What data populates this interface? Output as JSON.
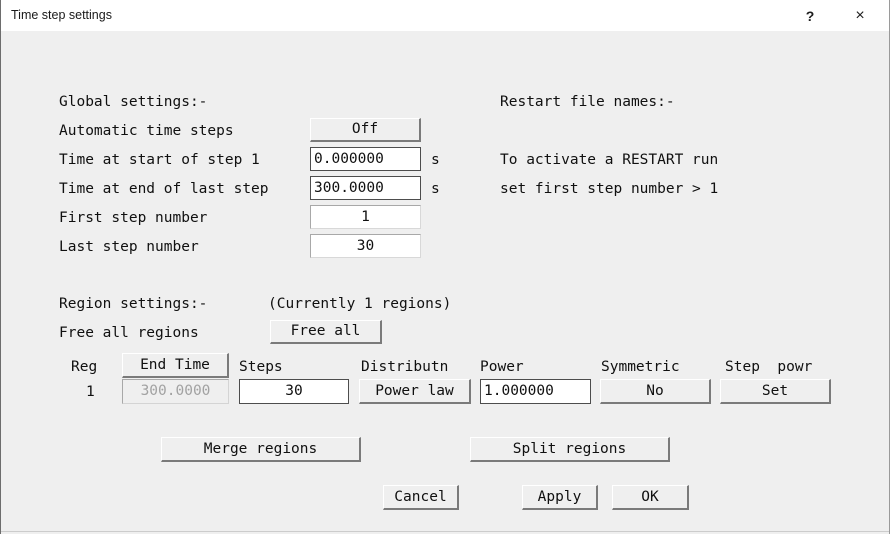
{
  "window": {
    "title": "Time step settings",
    "help_label": "?",
    "close_label": "×",
    "bg_color": "#efefef",
    "titlebar_color": "#ffffff",
    "text_color": "#101010",
    "disabled_text_color": "#a2a2a2"
  },
  "global": {
    "heading": "Global settings:-",
    "rows": [
      {
        "label": "Automatic time steps",
        "control": "button",
        "value": "Off",
        "unit": ""
      },
      {
        "label": "Time at start of step 1",
        "control": "entry",
        "value": "0.000000",
        "unit": "s"
      },
      {
        "label": "Time at end of last step",
        "control": "entry",
        "value": "300.0000",
        "unit": "s"
      },
      {
        "label": "First step number",
        "control": "entry-light",
        "value": "1",
        "unit": ""
      },
      {
        "label": "Last step number",
        "control": "entry-light",
        "value": "30",
        "unit": ""
      }
    ]
  },
  "restart": {
    "heading": "Restart file names:-",
    "note_line_1": "To activate a RESTART run",
    "note_line_2": "set first step number > 1"
  },
  "region": {
    "heading": "Region settings:-",
    "count_note": "(Currently 1 regions)",
    "free_all_label": "Free all regions",
    "free_all_button": "Free all",
    "headers": {
      "reg": "Reg",
      "end_time": "End Time",
      "steps": "Steps",
      "distribution": "Distributn",
      "power": "Power",
      "symmetric": "Symmetric",
      "step_power": "Step  powr"
    },
    "rows": [
      {
        "reg": "1",
        "end_time": "300.0000",
        "end_time_disabled": true,
        "steps": "30",
        "distribution": "Power law",
        "power": "1.000000",
        "symmetric": "No",
        "step_power": "Set"
      }
    ],
    "merge_button": "Merge regions",
    "split_button": "Split regions"
  },
  "actions": {
    "cancel": "Cancel",
    "apply": "Apply",
    "ok": "OK"
  }
}
